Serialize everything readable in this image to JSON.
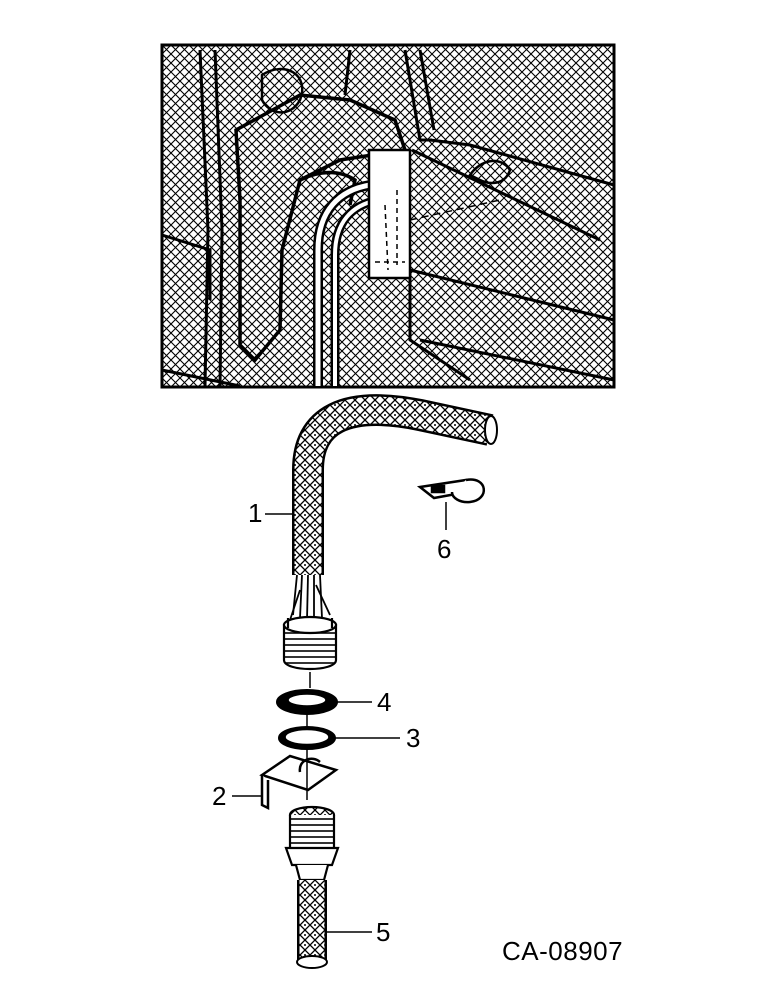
{
  "figure": {
    "reference_code": "CA-08907",
    "callouts": {
      "c1": "1",
      "c2": "2",
      "c3": "3",
      "c4": "4",
      "c5": "5",
      "c6": "6"
    }
  },
  "colors": {
    "ink": "#000000",
    "background": "#ffffff"
  }
}
